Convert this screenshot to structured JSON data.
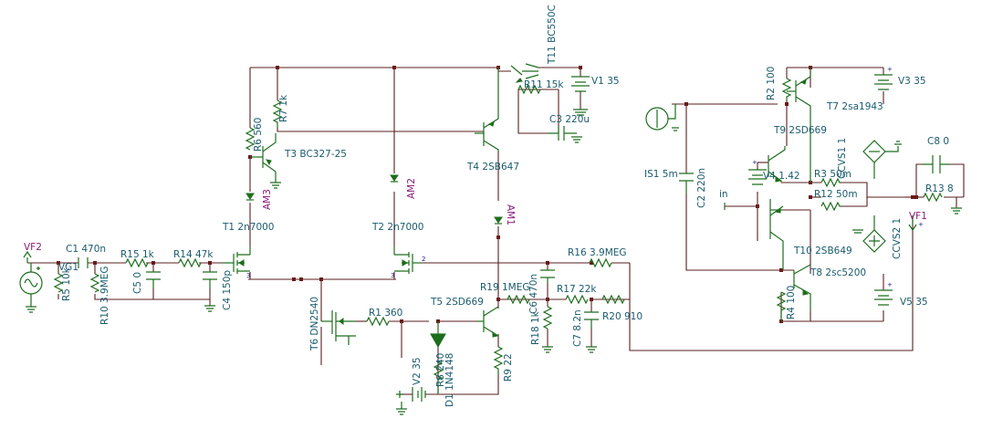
{
  "components": {
    "vf2": "VF2",
    "vf1": "VF1",
    "v1": "V1 35",
    "v2": "V2 35",
    "v3": "V3 35",
    "v4": "V4 1.42",
    "v5": "V5 35",
    "c1": "C1 470n",
    "c2": "C2 220n",
    "c3": "C3 220u",
    "c4": "C4 150p",
    "c5": "C5 0",
    "c6": "C6 470n",
    "c7": "C7 8.2n",
    "c8": "C8 0",
    "r1": "R1 360",
    "r2": "R2 100",
    "r3": "R3 50m",
    "r4": "R4 100",
    "r5": "R5 10k",
    "r6": "R6 560",
    "r7": "R7 1k",
    "r8": "R8 240",
    "r9": "R9 22",
    "r10": "R10 3.9MEG",
    "r11": "R11 15k",
    "r12": "R12 50m",
    "r13": "R13 8",
    "r14": "R14 47k",
    "r15": "R15 1k",
    "r16": "R16 3.9MEG",
    "r17": "R17 22k",
    "r18": "R18 1k",
    "r19": "R19 1MEG",
    "r20": "R20 910",
    "t1": "T1 2n7000",
    "t2": "T2 2n7000",
    "t3": "T3 BC327-25",
    "t4": "T4 2SB647",
    "t5": "T5 2SD669",
    "t6": "T6 DN2540",
    "t7": "T7 2sa1943",
    "t8": "T8 2sc5200",
    "t9": "T9 2SD669",
    "t10": "T10 2SB649",
    "t11": "T11 BC550C",
    "am1": "AM1",
    "am2": "AM2",
    "am3": "AM3",
    "is1": "IS1 5m",
    "d1": "D1 1N4148",
    "ccvs1": "CCVS1 1",
    "ccvs2": "CCVS2 1",
    "in_label": "in",
    "vg1": "VG1",
    "pin3a": "3",
    "pin3b": "3",
    "pin2": "2",
    "plus_v4": "+",
    "plus_v5": "+",
    "plus_v3": "+",
    "plus_vf1": "+"
  }
}
